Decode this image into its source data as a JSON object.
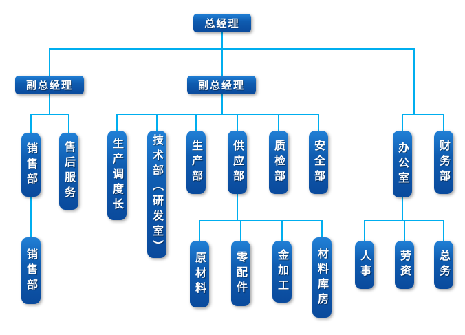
{
  "diagram": {
    "type": "org-chart",
    "colors": {
      "box_gradient_top": "#2180d6",
      "box_gradient_bottom": "#0a4a9c",
      "connector_line": "#00aeef",
      "text": "#ffffff",
      "background": "#ffffff"
    },
    "nodes": {
      "gm": "总经理",
      "dgm_left": "副总经理",
      "dgm_center": "副总经理",
      "sales": "销售部",
      "after_sales": "售后服务",
      "sales_sub": "销售部",
      "dispatch": "生产调度长",
      "tech": "技术部（研发室）",
      "production": "生产部",
      "supply": "供应部",
      "qc": "质检部",
      "safety": "安全部",
      "raw_material": "原材料",
      "spare_parts": "零配件",
      "metal_work": "金加工",
      "material_store": "材料库房",
      "office": "办公室",
      "finance": "财务部",
      "hr": "人事",
      "labor": "劳资",
      "general_affairs": "总务"
    },
    "hierarchy": {
      "总经理": {
        "副总经理(左)": {
          "销售部": [
            "销售部"
          ],
          "售后服务": []
        },
        "副总经理(中)": {
          "生产调度长": [],
          "技术部（研发室）": [],
          "生产部": [],
          "供应部": [
            "原材料",
            "零配件",
            "金加工",
            "材料库房"
          ],
          "质检部": [],
          "安全部": []
        },
        "右分支": {
          "办公室": [
            "人事",
            "劳资",
            "总务"
          ],
          "财务部": []
        }
      }
    }
  }
}
